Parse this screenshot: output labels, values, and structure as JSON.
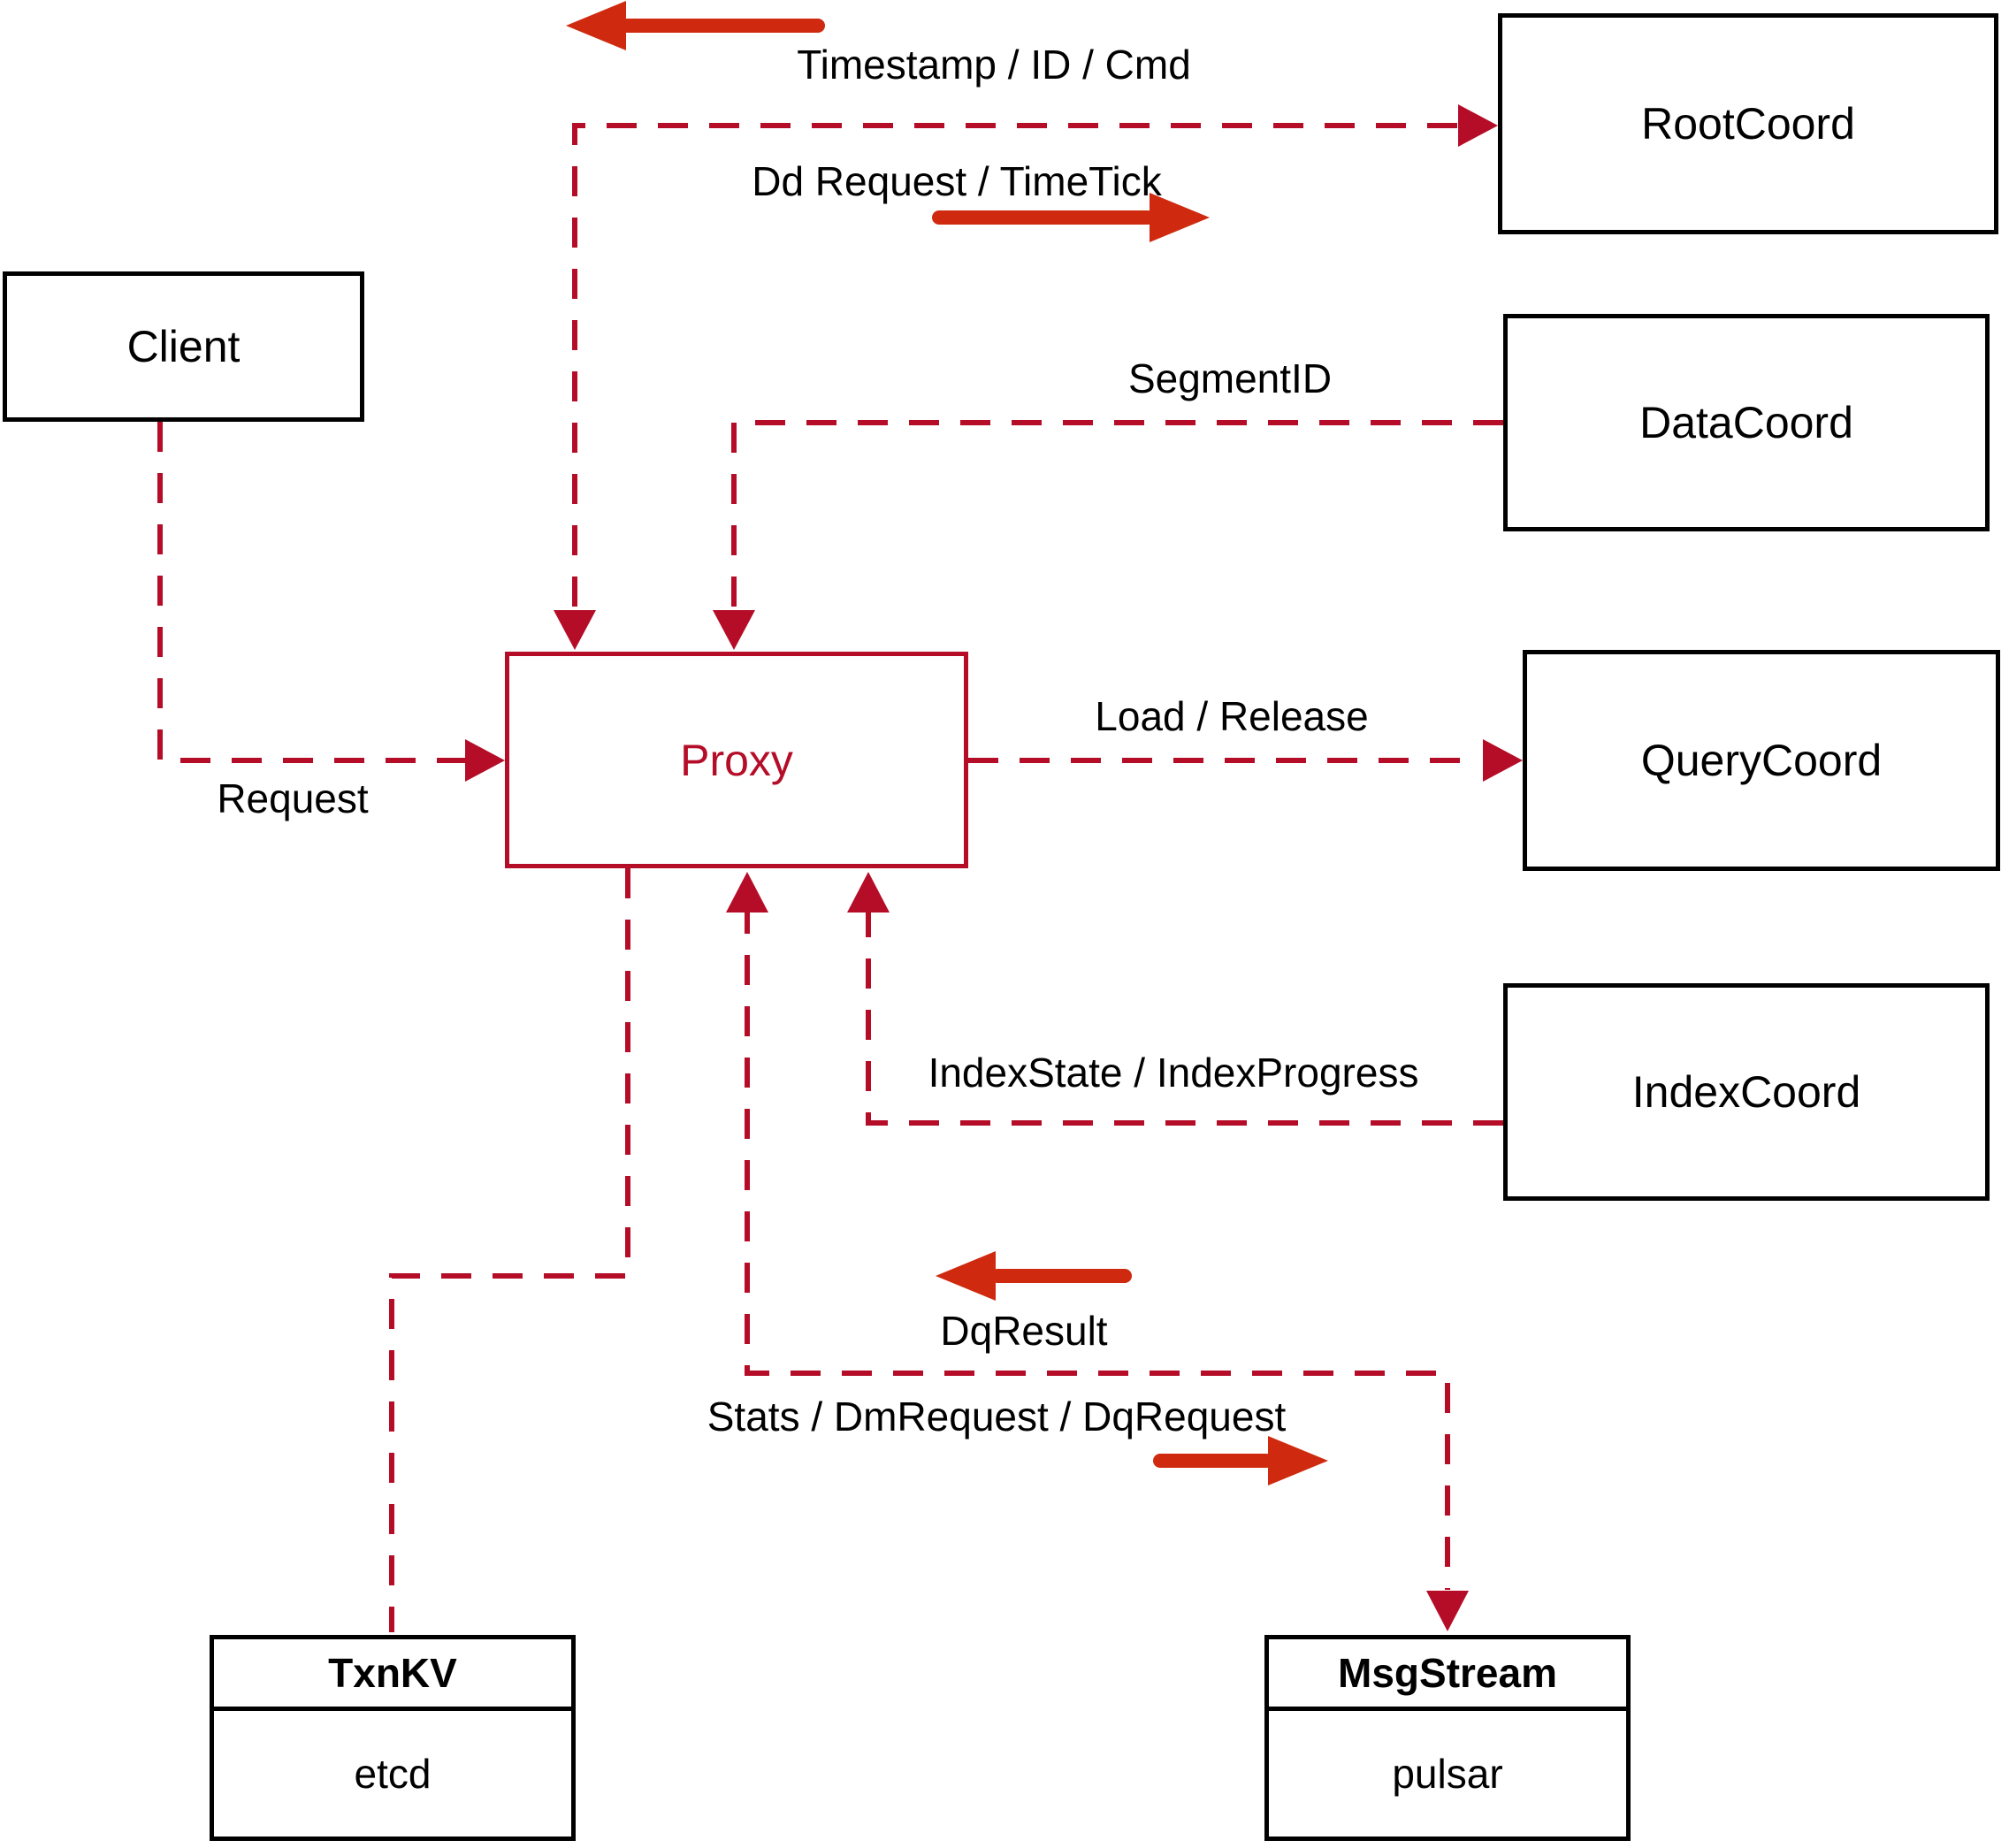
{
  "diagram": {
    "nodes": {
      "client": {
        "label": "Client"
      },
      "rootcoord": {
        "label": "RootCoord"
      },
      "datacoord": {
        "label": "DataCoord"
      },
      "querycoord": {
        "label": "QueryCoord"
      },
      "indexcoord": {
        "label": "IndexCoord"
      },
      "proxy": {
        "label": "Proxy"
      },
      "txnkv": {
        "title": "TxnKV",
        "subtitle": "etcd"
      },
      "msgstream": {
        "title": "MsgStream",
        "subtitle": "pulsar"
      }
    },
    "edge_labels": {
      "timestamp": "Timestamp / ID / Cmd",
      "dd_request": "Dd Request / TimeTick",
      "segment_id": "SegmentID",
      "load_release": "Load / Release",
      "index_state": "IndexState / IndexProgress",
      "dq_result": "DqResult",
      "stats": "Stats / DmRequest / DqRequest",
      "request": "Request"
    },
    "colors": {
      "line_red": "#b50d28",
      "arrow_red": "#cf2a0f",
      "box_border": "#000000"
    }
  }
}
